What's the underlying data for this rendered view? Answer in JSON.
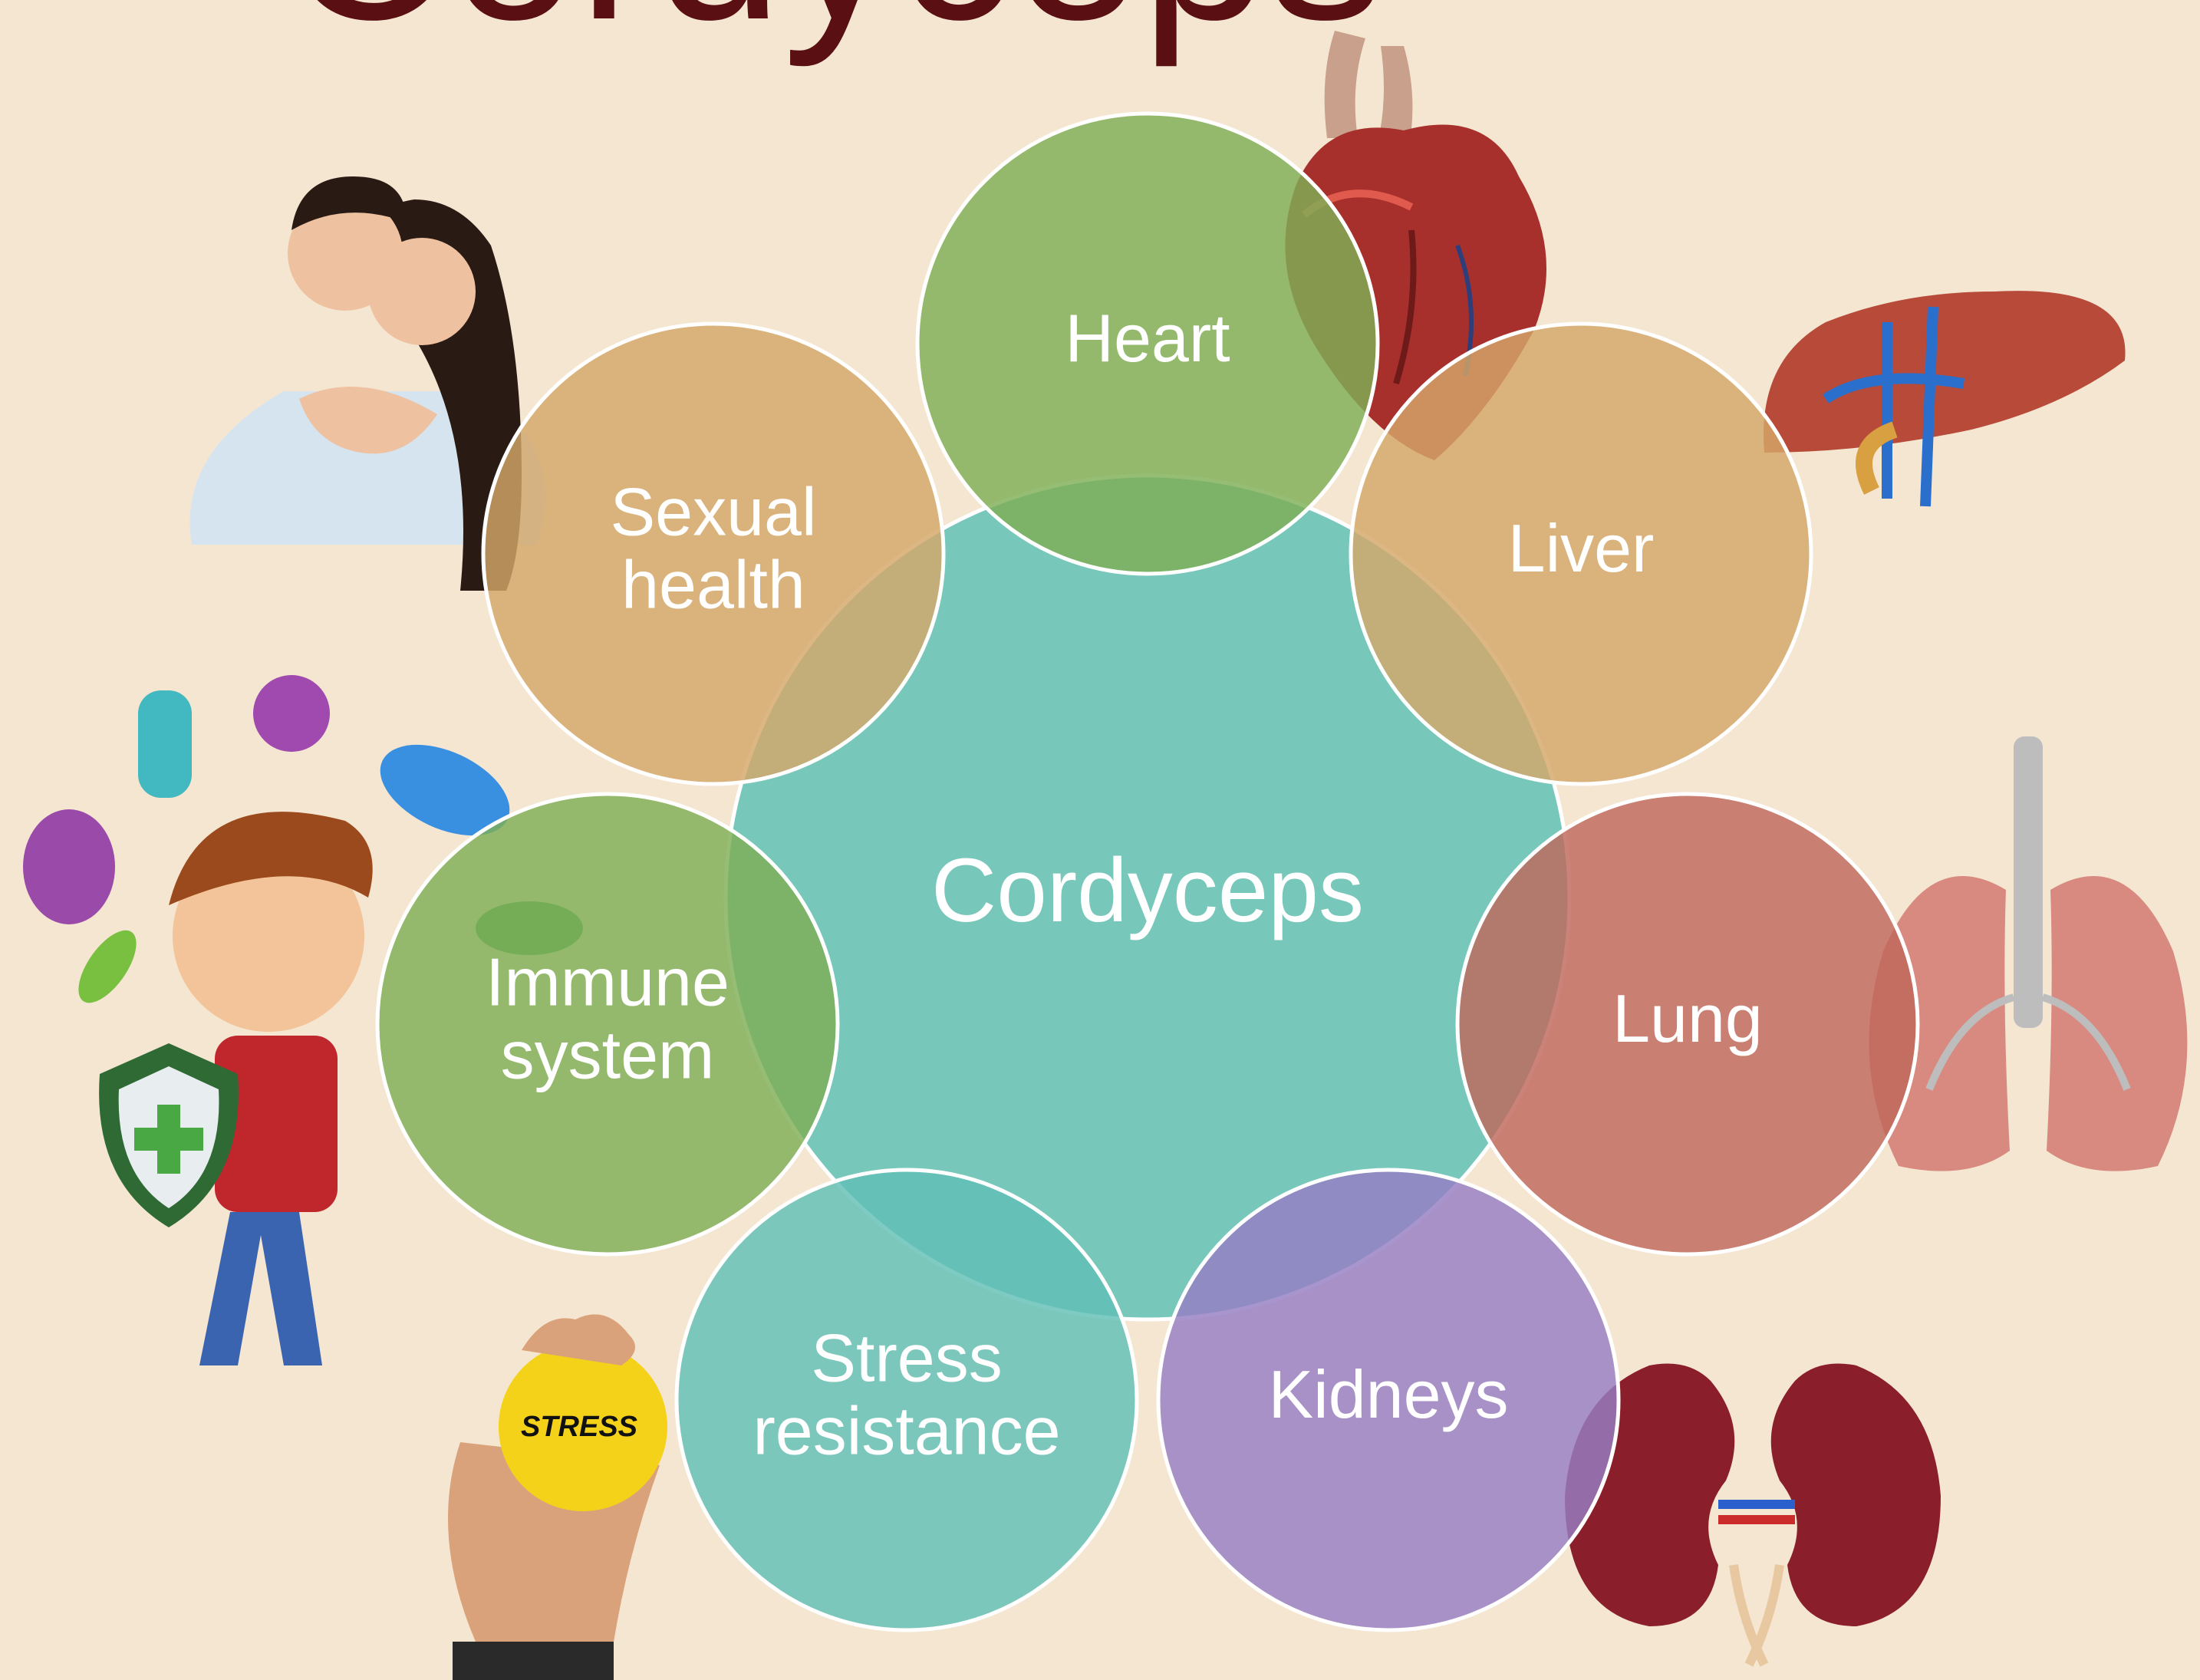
{
  "title": "Cordyceps",
  "center": {
    "label": "Cordyceps",
    "color": "#5cbfb4"
  },
  "nodes": [
    {
      "id": "heart",
      "lines": [
        "Heart"
      ],
      "color": "#7faf55"
    },
    {
      "id": "liver",
      "lines": [
        "Liver"
      ],
      "color": "#d4a769"
    },
    {
      "id": "lung",
      "lines": [
        "Lung"
      ],
      "color": "#c0685c"
    },
    {
      "id": "kidneys",
      "lines": [
        "Kidneys"
      ],
      "color": "#967ec3"
    },
    {
      "id": "stress",
      "lines": [
        "Stress",
        "resistance"
      ],
      "color": "#62c0b6"
    },
    {
      "id": "immune",
      "lines": [
        "Immune",
        "system"
      ],
      "color": "#7faf55"
    },
    {
      "id": "sexual",
      "lines": [
        "Sexual",
        "health"
      ],
      "color": "#d4a769"
    }
  ],
  "illustrations": {
    "heart": "anatomical-heart",
    "liver": "anatomical-liver",
    "lung": "lungs-with-trachea",
    "kidneys": "kidneys",
    "stress": "hand-squeezing-stress-ball",
    "stress_ball_text": "STRESS",
    "immune": "cartoon-boy-with-shield-and-germs",
    "sexual": "smiling-couple"
  }
}
